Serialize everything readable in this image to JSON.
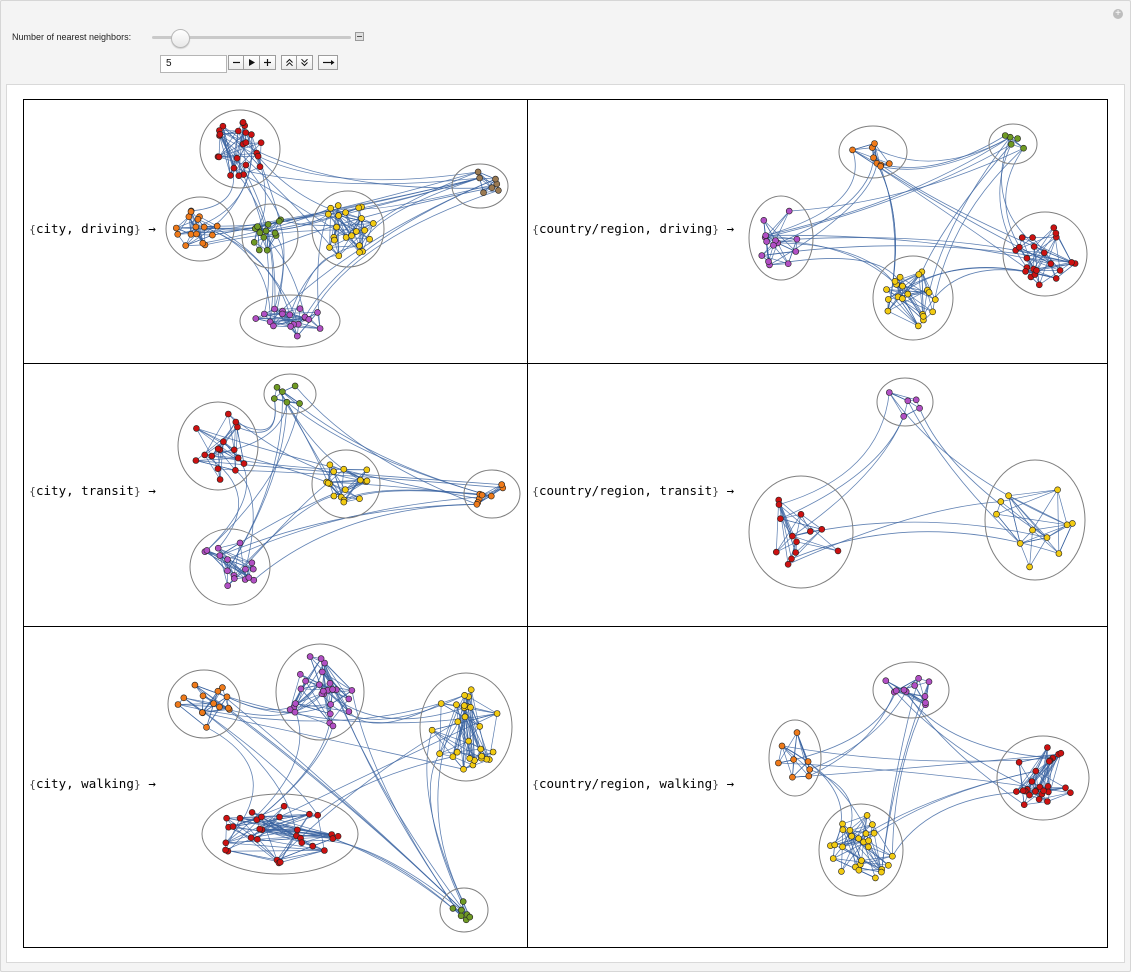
{
  "control": {
    "label": "Number of nearest neighbors:",
    "value": "5",
    "slider_min": 1,
    "slider_max": 30,
    "slider_value": 5,
    "buttons": [
      "minus-icon",
      "play-icon",
      "plus-icon",
      "faster-icon",
      "slower-icon",
      "direction-icon"
    ]
  },
  "colors": {
    "edge": "#3a63a0",
    "hull": "#7f7f7f",
    "red": "#cc1111",
    "orange": "#ef7a1a",
    "yellow": "#f2cb12",
    "green": "#6f9a24",
    "purple": "#b14fc4",
    "brown": "#9b7a52"
  },
  "rows": [
    {
      "left_label": {
        "a": "city",
        "b": "driving"
      },
      "right_label": {
        "a": "country/region",
        "b": "driving"
      }
    },
    {
      "left_label": {
        "a": "city",
        "b": "transit"
      },
      "right_label": {
        "a": "country/region",
        "b": "transit"
      }
    },
    {
      "left_label": {
        "a": "city",
        "b": "walking"
      },
      "right_label": {
        "a": "country/region",
        "b": "walking"
      }
    }
  ],
  "arrow": "→",
  "open_brace": "{",
  "close_brace": "}",
  "comma": ", "
}
